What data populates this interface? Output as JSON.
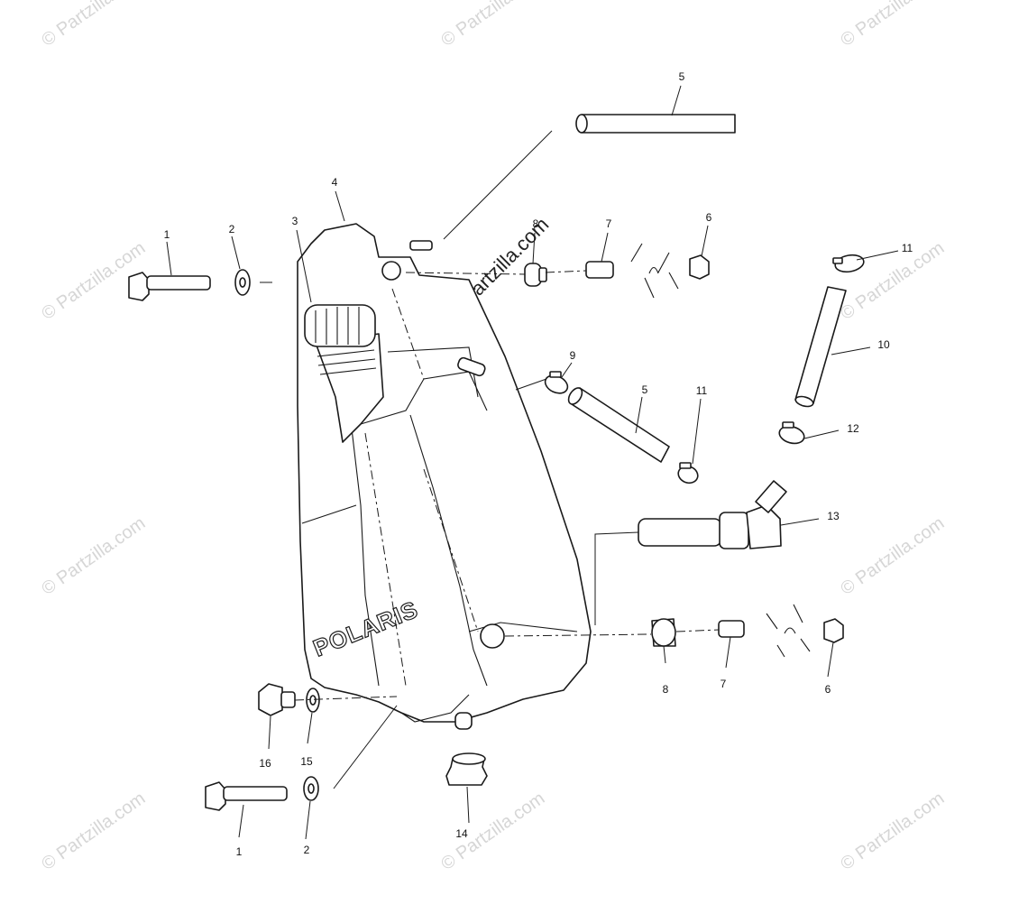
{
  "diagram": {
    "watermark": "© Partzilla.com",
    "brand_logo": "POLARIS",
    "callouts": {
      "c1a": "1",
      "c2a": "2",
      "c3": "3",
      "c4": "4",
      "c5a": "5",
      "c5b": "5",
      "c6a": "6",
      "c6b": "6",
      "c7a": "7",
      "c7b": "7",
      "c8a": "8",
      "c8b": "8",
      "c9": "9",
      "c10": "10",
      "c11a": "11",
      "c11b": "11",
      "c12": "12",
      "c13": "13",
      "c14": "14",
      "c15": "15",
      "c16": "16",
      "c1b": "1",
      "c2b": "2"
    }
  }
}
